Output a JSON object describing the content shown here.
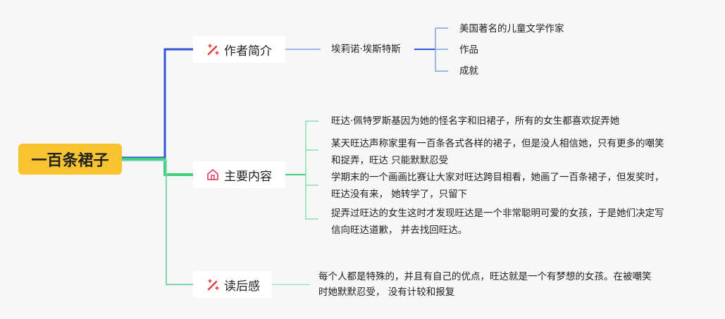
{
  "colors": {
    "author": "#2f55d4",
    "content": "#3ecf7a",
    "feeling": "#78d8b0",
    "root": "#f7c42f"
  },
  "root": {
    "label": "一百条裙子"
  },
  "branches": {
    "author": {
      "label": "作者简介",
      "icon": "magic-wand-icon",
      "name": "埃莉诺·埃斯特斯",
      "children": [
        "美国著名的儿童文学作家",
        "作品",
        "成就"
      ]
    },
    "content": {
      "label": "主要内容",
      "icon": "house-icon",
      "items": [
        [
          "旺达·佩特罗斯基因为她的怪名字和旧裙子，所有的女生都喜欢捉弄她"
        ],
        [
          "某天旺达声称家里有一百条各式各样的裙子，但是没人相信她，只有更多的嘲笑",
          "和捉弄，旺达 只能默默忍受"
        ],
        [
          "学期末的一个画画比赛让大家对旺达跨目相看，她画了一百条裙子，但发奖时，",
          "旺达没有来， 她转学了，只留下"
        ],
        [
          "捉弄过旺达的女生这时才发现旺达是一个非常聪明可爱的女孩，于是她们决定写",
          "信向旺达道歉， 并去找回旺达。"
        ]
      ]
    },
    "feeling": {
      "label": "读后感",
      "icon": "magic-wand-icon",
      "lines": [
        "每个人都是特殊的，并且有自己的优点，旺达就是一个有梦想的女孩。在被嘲笑",
        "时她默默忍受， 没有计较和报复"
      ]
    }
  }
}
